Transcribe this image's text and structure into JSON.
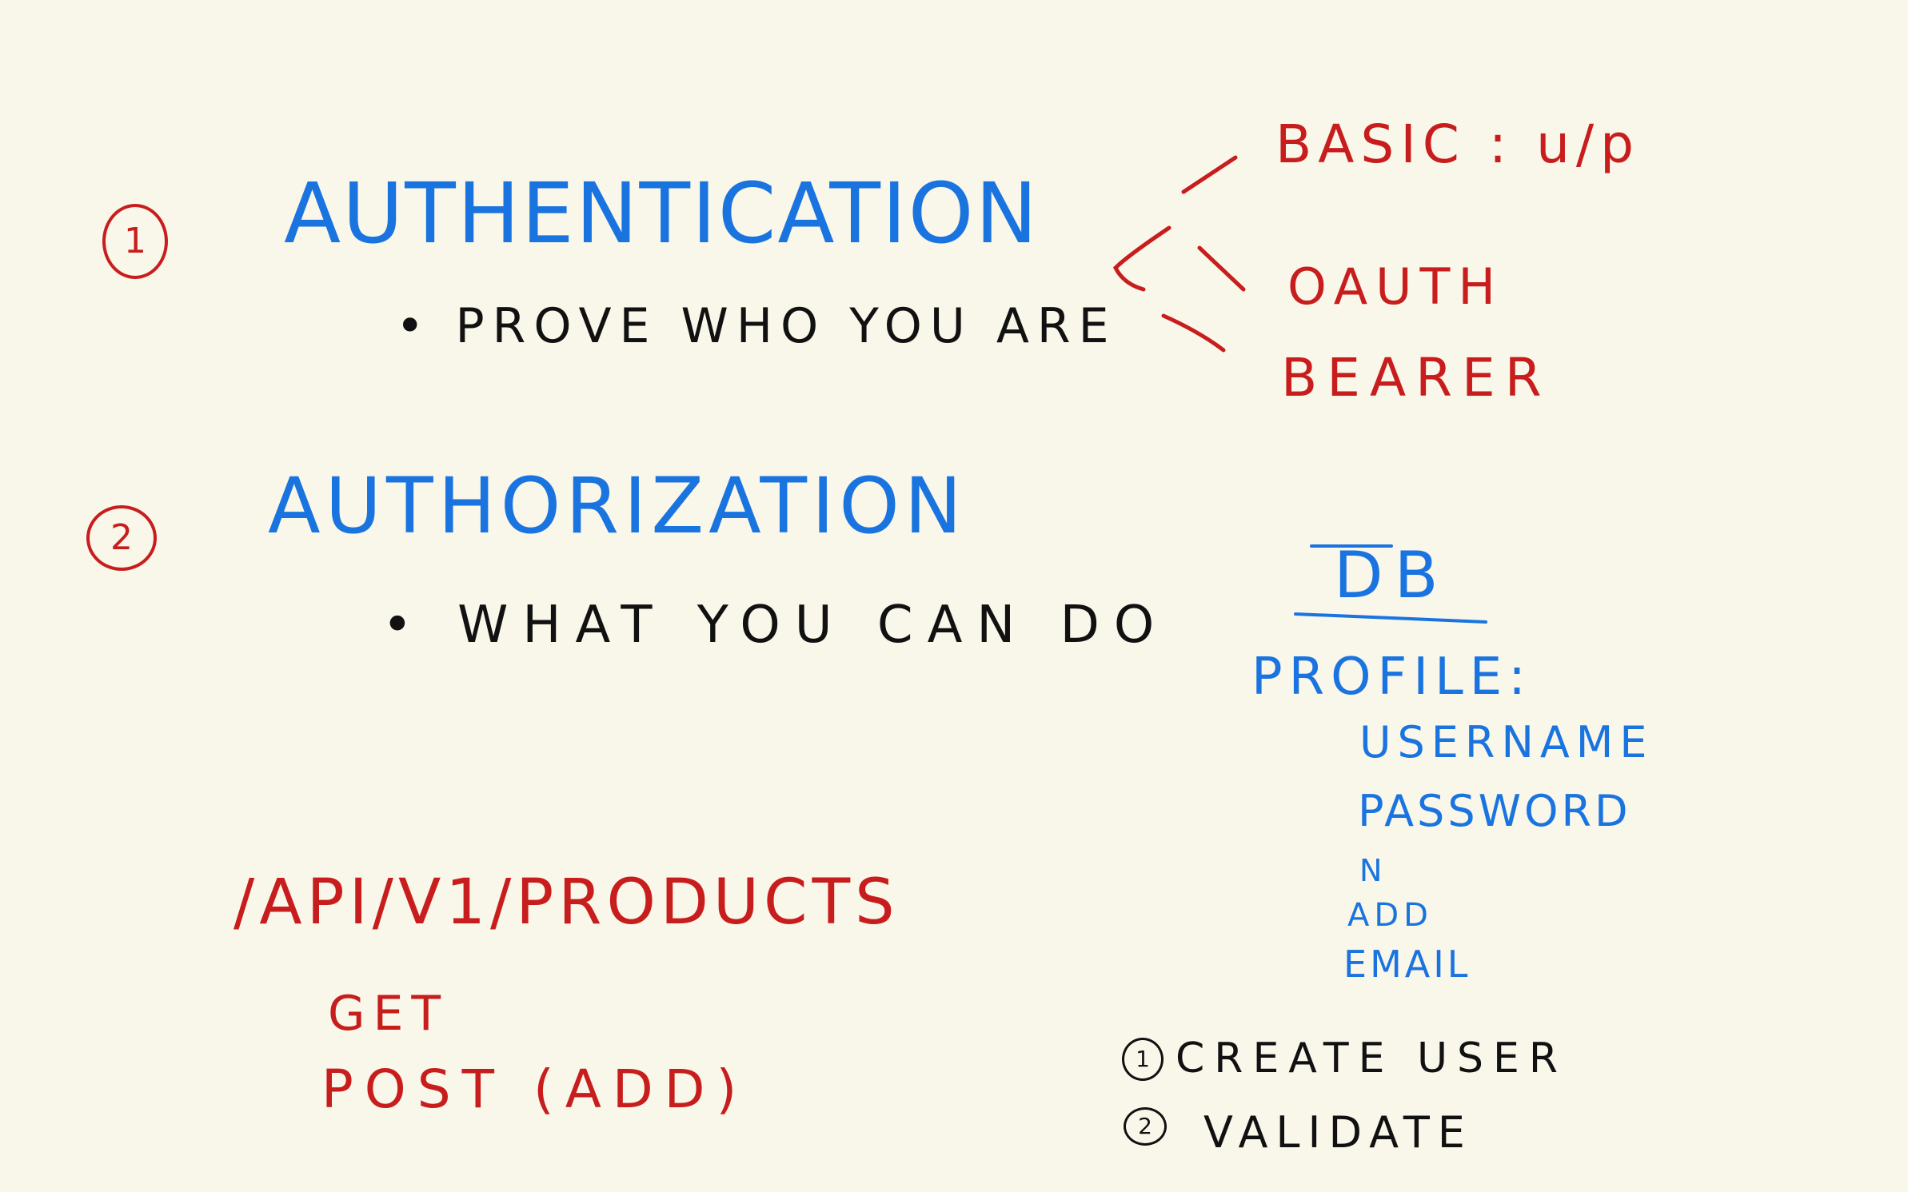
{
  "sections": {
    "authentication": {
      "number": "1",
      "title": "AUTHENTICATION",
      "bullet": "• PROVE WHO YOU ARE"
    },
    "authorization": {
      "number": "2",
      "title": "AUTHORIZATION",
      "bullet": "• WHAT YOU CAN DO"
    }
  },
  "auth_types": {
    "basic": "BASIC : u/p",
    "oauth": "OAUTH",
    "bearer": "BEARER"
  },
  "db": {
    "title": "DB",
    "profile_label": "PROFILE:",
    "fields": [
      "USERNAME",
      "PASSWORD"
    ],
    "note_lines": [
      "N",
      "ADD",
      "EMAIL"
    ]
  },
  "steps": [
    {
      "number": "1",
      "label": "CREATE USER"
    },
    {
      "number": "2",
      "label": "VALIDATE"
    }
  ],
  "api": {
    "path": "/API/V1/PRODUCTS",
    "methods": [
      "GET",
      "POST (ADD)"
    ]
  },
  "colors": {
    "blue_ink": "#1a74e0",
    "red_ink": "#c81d1d",
    "black_ink": "#111111",
    "paper": "#f9f6ea"
  }
}
